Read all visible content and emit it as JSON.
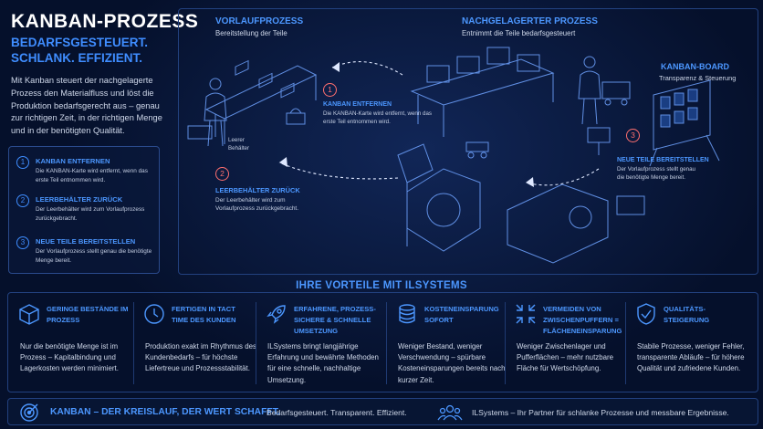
{
  "hero": {
    "title": "KANBAN-PROZESS",
    "subtitle_line1": "BEDARFSGESTEUERT.",
    "subtitle_line2": "SCHLANK. EFFIZIENT.",
    "description": "Mit Kanban steuert der nachgelagerte Prozess den Materialfluss und löst die Produktion bedarfsgerecht aus – genau zur richtigen Zeit, in der richtigen Menge und in der benötigten Qualität."
  },
  "steps": [
    {
      "number": "1",
      "title": "KANBAN ENTFERNEN",
      "text": "Die KANBAN-Karte wird entfernt, wenn das erste Teil entnommen wird."
    },
    {
      "number": "2",
      "title": "LEERBEHÄLTER ZURÜCK",
      "text": "Der Leerbehälter wird zum Vorlaufprozess zurückgebracht."
    },
    {
      "number": "3",
      "title": "NEUE TEILE BEREITSTELLEN",
      "text": "Der Vorlaufprozess stellt genau die benötigte Menge bereit."
    }
  ],
  "diagram": {
    "upstream_title": "VORLAUFPROZESS",
    "upstream_sub": "Bereitstellung der Teile",
    "downstream_title": "NACHGELAGERTER PROZESS",
    "downstream_sub": "Entnimmt die Teile bedarfsgesteuert",
    "board_title": "KANBAN-BOARD",
    "board_sub": "Transparenz & Steuerung",
    "empty_bin_label_1": "Leerer",
    "empty_bin_label_2": "Behälter",
    "callouts": [
      {
        "number": "1",
        "title": "KANBAN ENTFERNEN",
        "text": "Die KANBAN-Karte wird entfernt, wenn das erste Teil entnommen wird."
      },
      {
        "number": "2",
        "title": "LEERBEHÄLTER ZURÜCK",
        "text": "Der Leerbehälter wird zum Vorlaufprozess zurückgebracht."
      },
      {
        "number": "3",
        "title": "NEUE TEILE BEREITSTELLEN",
        "text": "Der Vorlaufprozess stellt genau die benötigte Menge bereit."
      }
    ]
  },
  "benefits": {
    "title": "IHRE VORTEILE MIT ILSYSTEMS",
    "items": [
      {
        "icon": "box-icon",
        "title": "GERINGE BESTÄNDE IM PROZESS",
        "text": "Nur die benötigte Menge ist im Prozess – Kapitalbindung und Lagerkosten werden minimiert."
      },
      {
        "icon": "clock-icon",
        "title": "FERTIGEN IN TACT TIME DES KUNDEN",
        "text": "Produktion exakt im Rhythmus des Kundenbedarfs – für höchste Liefertreue und Prozessstabilität."
      },
      {
        "icon": "rocket-icon",
        "title": "ERFAHRENE, PROZESS-SICHERE & SCHNELLE UMSETZUNG",
        "text": "ILSystems bringt langjährige Erfahrung und bewährte Methoden für eine schnelle, nachhaltige Umsetzung."
      },
      {
        "icon": "coins-icon",
        "title": "KOSTENEINSPARUNG SOFORT",
        "text": "Weniger Bestand, weniger Verschwendung – spürbare Kosteneinsparungen bereits nach kurzer Zeit."
      },
      {
        "icon": "compress-icon",
        "title": "VERMEIDEN VON ZWISCHENPUFFERN = FLÄCHENEINSPARUNG",
        "text": "Weniger Zwischenlager und Pufferflächen – mehr nutzbare Fläche für Wertschöpfung."
      },
      {
        "icon": "shield-check-icon",
        "title": "QUALITÄTS-STEIGERUNG",
        "text": "Stabile Prozesse, weniger Fehler, transparente Abläufe – für höhere Qualität und zufriedene Kunden."
      }
    ]
  },
  "footer": {
    "main": "KANBAN – DER KREISLAUF, DER WERT SCHAFFT.",
    "sub": "Bedarfsgesteuert. Transparent. Effizient.",
    "right": "ILSystems – Ihr Partner für schlanke Prozesse und messbare Ergebnisse."
  },
  "colors": {
    "background": "#05102b",
    "accent": "#4c97ff",
    "marker": "#ff6f6f",
    "border": "#22417f"
  }
}
